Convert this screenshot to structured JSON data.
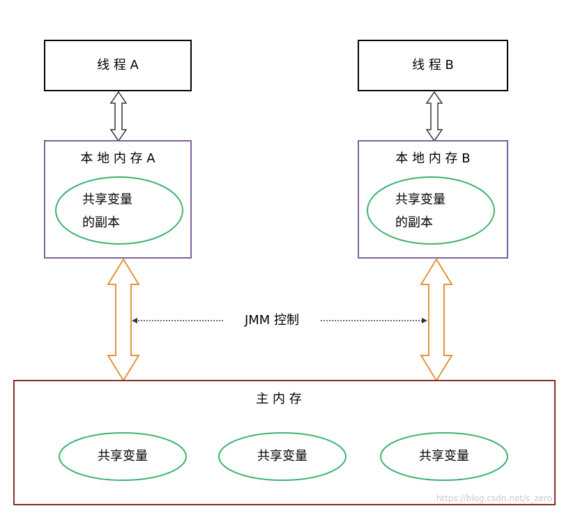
{
  "thread_a": {
    "title": "线 程 A"
  },
  "thread_b": {
    "title": "线 程 B"
  },
  "local_memory_a": {
    "title": "本 地 内 存 A",
    "copy_line1": "共享变量",
    "copy_line2": "的副本"
  },
  "local_memory_b": {
    "title": "本 地 内 存 B",
    "copy_line1": "共享变量",
    "copy_line2": "的副本"
  },
  "jmm_control": {
    "label": "JMM 控制"
  },
  "main_memory": {
    "title": "主 内 存",
    "variables": [
      "共享变量",
      "共享变量",
      "共享变量"
    ]
  },
  "watermark": "https://blog.csdn.net/s_zero",
  "colors": {
    "local_memory_border": "#7f5f9f",
    "ellipse_stroke": "#3cb371",
    "orange_arrow": "#e0953a",
    "main_memory_border": "#8b2a2a",
    "thread_border": "#000000"
  }
}
